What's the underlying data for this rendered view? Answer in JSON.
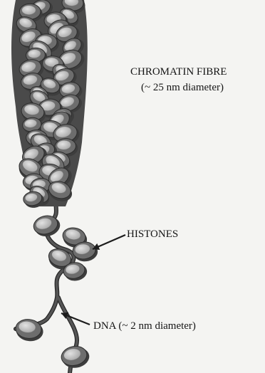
{
  "labels": {
    "chromatin_title": "CHROMATIN FIBRE",
    "chromatin_sub": "(~ 25 nm diameter)",
    "histones": "HISTONES",
    "dna": "DNA (~ 2 nm diameter)"
  },
  "colors": {
    "background": "#f4f4f2",
    "nucleosome_dark": "#3d3d3d",
    "nucleosome_mid": "#6d6d6d",
    "nucleosome_light": "#c8c8c8",
    "dna_strand": "#555555",
    "text": "#151515"
  }
}
